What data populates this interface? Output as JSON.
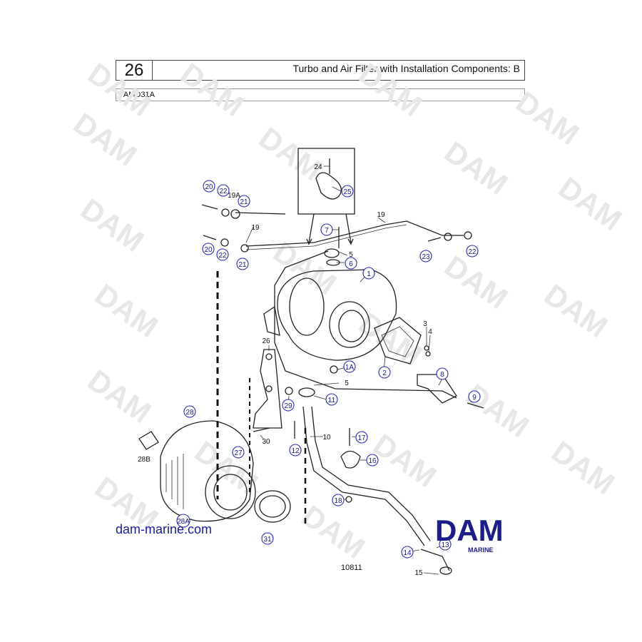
{
  "header": {
    "page_number": "26",
    "title": "Turbo and Air Filter with Installation Components: B",
    "model": "TAMD31A"
  },
  "footer": {
    "website": "dam-marine.com",
    "figure_number": "10811"
  },
  "logo": {
    "text": "DAM",
    "subtitle": "MARINE",
    "color": "#1d1d8a"
  },
  "watermark": {
    "text": "DAM"
  },
  "callouts": {
    "c1": "1",
    "c1a": "1A",
    "c2": "2",
    "c6": "6",
    "c7": "7",
    "c8": "8",
    "c9": "9",
    "c11": "11",
    "c12": "12",
    "c13": "13",
    "c14": "14",
    "c16": "16",
    "c17": "17",
    "c18": "18",
    "c20a": "20",
    "c20b": "20",
    "c21a": "21",
    "c21b": "21",
    "c22a": "22",
    "c22b": "22",
    "c22c": "22",
    "c23": "23",
    "c25": "25",
    "c27": "27",
    "c28": "28",
    "c28a": "28A",
    "c29": "29",
    "c31": "31"
  },
  "labels": {
    "l3": "3",
    "l4": "4",
    "l5a": "5",
    "l5b": "5",
    "l10": "10",
    "l15": "15",
    "l19a": "19",
    "l19b": "19",
    "l19c": "19A",
    "l24": "24",
    "l26": "26",
    "l28b": "28B",
    "l30": "30"
  },
  "colors": {
    "callout_ring": "#2b2bb0",
    "link_text": "#1a1a9a"
  }
}
